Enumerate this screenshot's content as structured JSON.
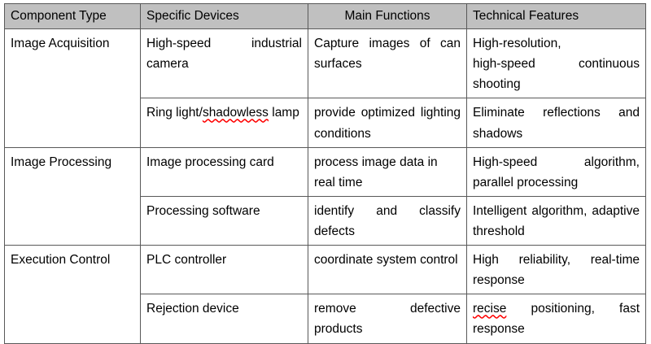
{
  "table": {
    "headers": [
      {
        "label": "Component Type",
        "align": "left"
      },
      {
        "label": "Specific Devices",
        "align": "left"
      },
      {
        "label": "Main Functions",
        "align": "center"
      },
      {
        "label": "Technical Features",
        "align": "left"
      }
    ],
    "groups": [
      {
        "name": "Image Acquisition",
        "rows": [
          {
            "device": "High-speed industrial camera",
            "function": "Capture images of can surfaces",
            "feature": "High-resolution, high-speed continuous shooting",
            "feature_parts": [
              {
                "text": "High-resolution,",
                "break_after": true
              },
              {
                "text": "high-speed continuous shooting",
                "break_after": false
              }
            ],
            "device_misspelled": "",
            "feature_misspelled": ""
          },
          {
            "device": "Ring light/shadowless lamp",
            "device_prefix": "Ring light/",
            "device_misspelled": "shadowless",
            "device_suffix": " lamp",
            "function": "provide optimized lighting conditions",
            "feature": "Eliminate reflections and shadows",
            "feature_misspelled": ""
          }
        ]
      },
      {
        "name": "Image Processing",
        "rows": [
          {
            "device": "Image processing card",
            "function": "process image data in real time",
            "feature": "High-speed algorithm, parallel processing",
            "device_misspelled": "",
            "feature_misspelled": ""
          },
          {
            "device": "Processing software",
            "function": "identify and classify defects",
            "feature": "Intelligent algorithm, adaptive threshold",
            "device_misspelled": "",
            "feature_misspelled": ""
          }
        ]
      },
      {
        "name": "Execution Control",
        "rows": [
          {
            "device": "PLC controller",
            "function": "coordinate system control",
            "feature": "High reliability, real-time response",
            "device_misspelled": "",
            "feature_misspelled": ""
          },
          {
            "device": "Rejection device",
            "function": "remove defective products",
            "feature": "recise positioning, fast response",
            "feature_misspelled": "recise",
            "feature_suffix": " positioning, fast response",
            "device_misspelled": ""
          }
        ]
      }
    ]
  },
  "colors": {
    "header_background": "#c0c0c0",
    "border": "#595959",
    "text": "#000000",
    "spellcheck_underline": "#ff0000",
    "page_background": "#ffffff"
  }
}
